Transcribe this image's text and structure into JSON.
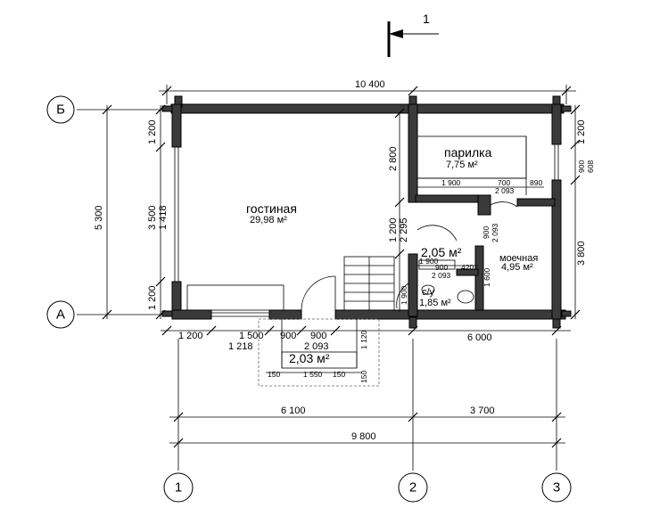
{
  "section": {
    "label": "1"
  },
  "axes": {
    "row_top": "Б",
    "row_bottom": "А",
    "col_1": "1",
    "col_2": "2",
    "col_3": "3"
  },
  "rooms": {
    "living": {
      "name": "гостиная",
      "area": "29,98 м²"
    },
    "sauna": {
      "name": "парилка",
      "area": "7,75 м²"
    },
    "wash": {
      "name": "моечная",
      "area": "4,95 м²"
    },
    "hall": {
      "area": "2,05 м²"
    },
    "wc": {
      "name": "с/у",
      "area": "1,85 м²"
    },
    "porch": {
      "area": "2,03 м²"
    }
  },
  "dims": {
    "top_total": "10 400",
    "left_total": "5 300",
    "left_top": "1 200",
    "left_mid": "3 500",
    "left_mid_inner": "1 418",
    "left_bot": "1 200",
    "right_top": "1 200",
    "right_sauna": "900",
    "right_sauna2": "608",
    "right_wash": "3 800",
    "mid_2800": "2 800",
    "mid_1200": "1 200",
    "mid_2295": "2 295",
    "sauna_1900": "1 900",
    "sauna_700": "700",
    "sauna_2093": "2 093",
    "sauna_890": "890",
    "hall_900": "900",
    "hall_2093": "2 093",
    "wc_1900": "1 900",
    "wc_900": "900",
    "wc_2093": "2 093",
    "wc_420": "420",
    "wc_1600": "1 600",
    "hall_1900": "1 900",
    "bottom_1200": "1 200",
    "bottom_1218": "1 218",
    "bottom_1500": "1 500",
    "bottom_900a": "900",
    "bottom_900b": "900",
    "bottom_2093": "2 093",
    "bottom_6000": "6 000",
    "porch_1120": "1 120",
    "porch_150a": "150",
    "porch_1550": "1 550",
    "porch_150b": "150",
    "porch_150c": "150",
    "axis_6100": "6 100",
    "axis_3700": "3 700",
    "axis_9800": "9 800"
  }
}
